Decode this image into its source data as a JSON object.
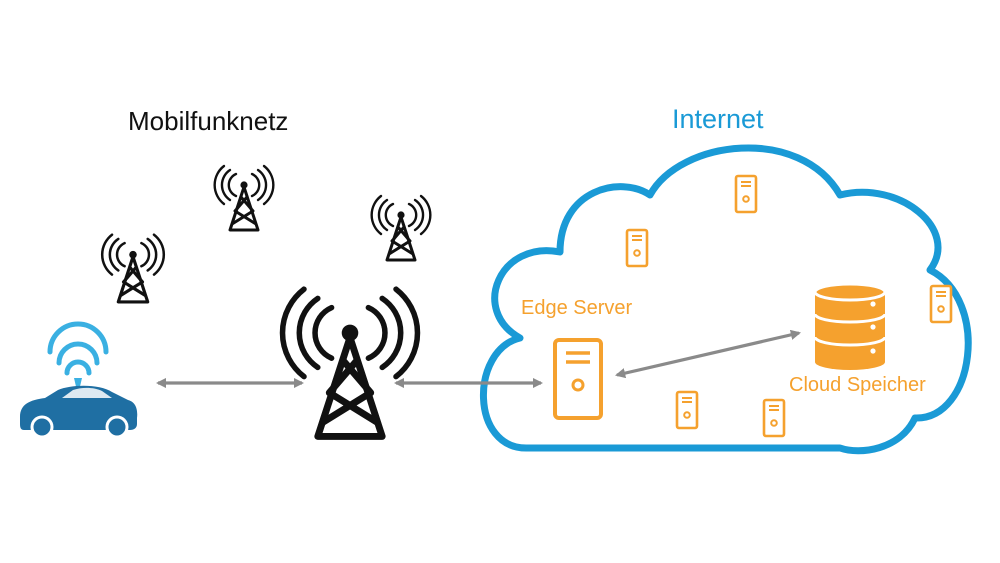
{
  "labels": {
    "mobile_network": "Mobilfunknetz",
    "internet": "Internet",
    "edge_server": "Edge Server",
    "cloud_storage": "Cloud Speicher"
  },
  "colors": {
    "cloud_outline": "#1a9ad6",
    "server": "#f5a12e",
    "tower": "#111111",
    "arrow": "#8a8a8a",
    "car": "#1f6fa3",
    "wifi": "#3ab0e2"
  },
  "icons": {
    "car": "connected-car-icon",
    "tower": "cell-tower-icon",
    "server": "server-icon",
    "database": "database-icon",
    "cloud": "cloud-icon"
  }
}
